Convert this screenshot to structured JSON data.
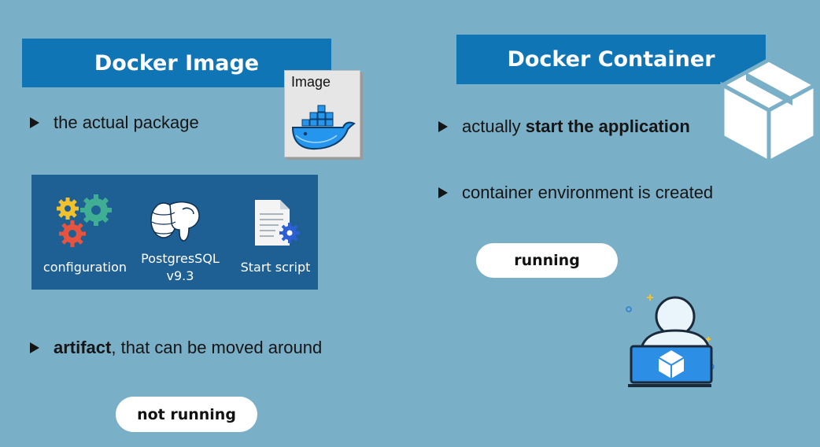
{
  "left": {
    "title": "Docker Image",
    "image_card_label": "Image",
    "bullet1": "the actual package",
    "bullet2_bold": "artifact",
    "bullet2_rest": ", that can be moved around",
    "panel": {
      "items": [
        {
          "label": "configuration",
          "icon": "gears-icon"
        },
        {
          "label": "PostgresSQL",
          "sub": "v9.3",
          "icon": "postgres-elephant-icon"
        },
        {
          "label": "Start script",
          "icon": "script-document-icon"
        }
      ]
    },
    "status_pill": "not running"
  },
  "right": {
    "title": "Docker Container",
    "bullet1_pre": "actually ",
    "bullet1_bold": "start the application",
    "bullet2": "container environment is created",
    "status_pill": "running"
  },
  "colors": {
    "background": "#7aafc8",
    "title_bar": "#0f75b5",
    "panel": "#1f6094",
    "docker_blue": "#2496ed"
  }
}
